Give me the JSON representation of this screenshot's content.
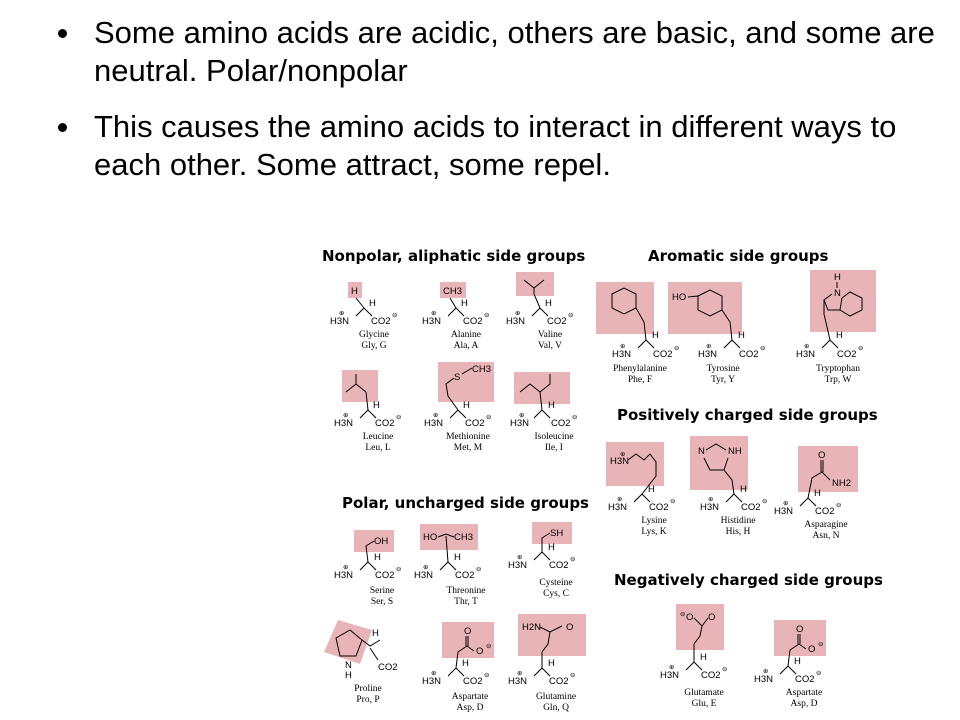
{
  "bullets": [
    "Some amino acids are acidic, others are basic, and some are neutral. Polar/nonpolar",
    "This causes the amino acids to interact in different ways to each other. Some attract, some repel."
  ],
  "sections": {
    "nonpolar": "Nonpolar, aliphatic side groups",
    "aromatic": "Aromatic side groups",
    "positive": "Positively charged side groups",
    "polar": "Polar, uncharged side groups",
    "negative": "Negatively charged side groups"
  },
  "amino_acids": {
    "glycine": {
      "name": "Glycine",
      "abbr": "Gly, G",
      "side": "H"
    },
    "alanine": {
      "name": "Alanine",
      "abbr": "Ala, A",
      "side": "CH3"
    },
    "valine": {
      "name": "Valine",
      "abbr": "Val, V"
    },
    "leucine": {
      "name": "Leucine",
      "abbr": "Leu, L"
    },
    "methionine": {
      "name": "Methionine",
      "abbr": "Met, M",
      "side": "S",
      "side2": "CH3"
    },
    "isoleucine": {
      "name": "Isoleucine",
      "abbr": "Ile, I"
    },
    "phenylalanine": {
      "name": "Phenylalanine",
      "abbr": "Phe, F"
    },
    "tyrosine": {
      "name": "Tyrosine",
      "abbr": "Tyr, Y",
      "side": "HO"
    },
    "tryptophan": {
      "name": "Tryptophan",
      "abbr": "Trp, W",
      "side": "H",
      "side2": "N"
    },
    "lysine": {
      "name": "Lysine",
      "abbr": "Lys, K",
      "side": "H3N"
    },
    "histidine": {
      "name": "Histidine",
      "abbr": "His, H",
      "side": "N",
      "side2": "NH"
    },
    "asparagine": {
      "name": "Asparagine",
      "abbr": "Asn, N",
      "side": "O",
      "side2": "NH2"
    },
    "serine": {
      "name": "Serine",
      "abbr": "Ser, S",
      "side": "OH"
    },
    "threonine": {
      "name": "Threonine",
      "abbr": "Thr, T",
      "side": "HO",
      "side2": "CH3"
    },
    "cysteine": {
      "name": "Cysteine",
      "abbr": "Cys, C",
      "side": "SH"
    },
    "proline": {
      "name": "Proline",
      "abbr": "Pro, P",
      "side": "N",
      "side2": "H"
    },
    "aspartate1": {
      "name": "Aspartate",
      "abbr": "Asp, D",
      "side": "O",
      "side2": "O"
    },
    "glutamine": {
      "name": "Glutamine",
      "abbr": "Gln, Q",
      "side": "H2N",
      "side2": "O"
    },
    "glutamate": {
      "name": "Glutamate",
      "abbr": "Glu, E",
      "side": "O",
      "side2": "O"
    },
    "aspartate2": {
      "name": "Aspartate",
      "abbr": "Asp, D",
      "side": "O",
      "side2": "O"
    }
  },
  "backbone": {
    "amine": "H3N",
    "carboxyl": "CO2",
    "alpha_h": "H",
    "charge_plus": "⊕",
    "charge_minus": "⊖"
  },
  "colors": {
    "highlight": "#e8b4b8"
  }
}
